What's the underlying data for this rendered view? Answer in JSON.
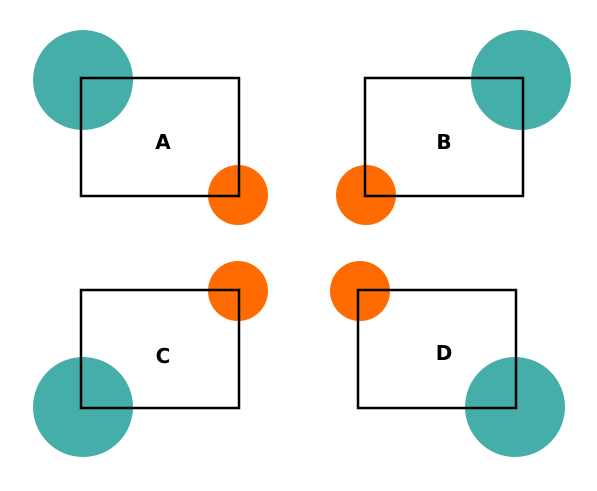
{
  "colors": {
    "background": "#ffffff",
    "teal": "#45aea9",
    "orange": "#ff6b00",
    "outline": "#000000"
  },
  "panels": {
    "a": {
      "label": "A"
    },
    "b": {
      "label": "B"
    },
    "c": {
      "label": "C"
    },
    "d": {
      "label": "D"
    }
  }
}
